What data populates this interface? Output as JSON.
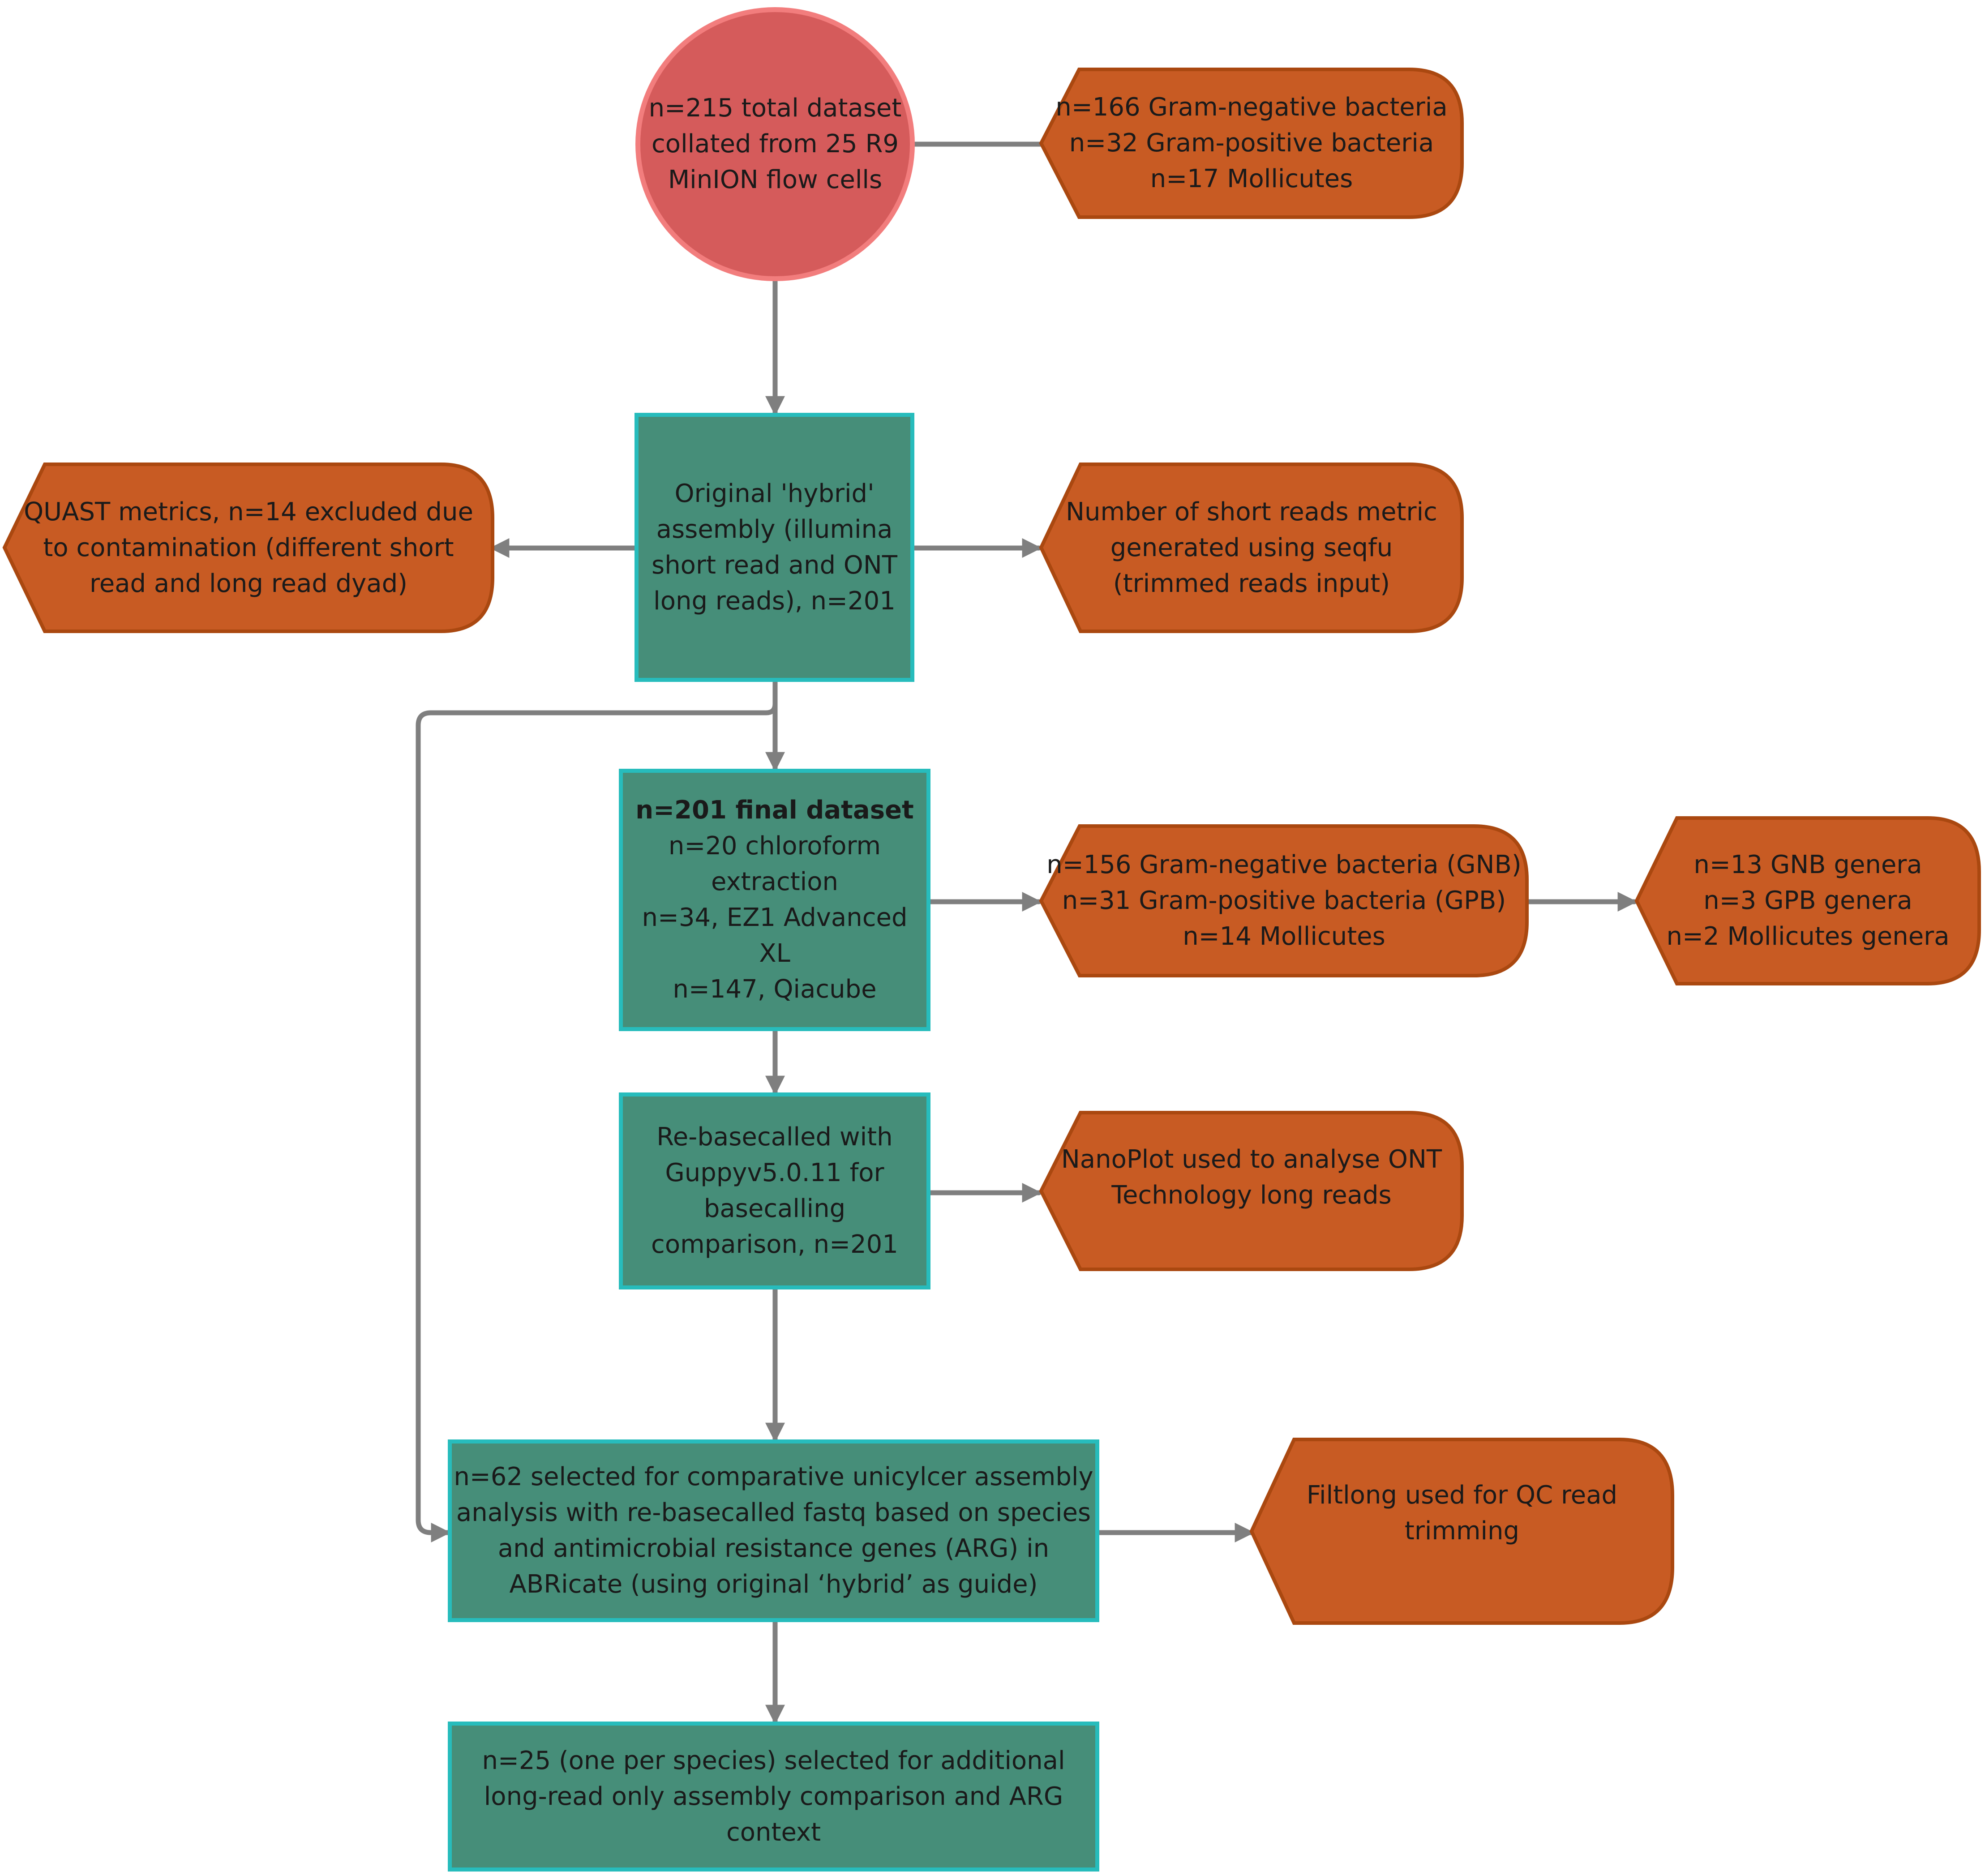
{
  "colors": {
    "circle_fill": "#d55b5b",
    "circle_border": "#f27d7d",
    "process_fill": "#468e79",
    "process_border": "#27bcbc",
    "note_fill": "#c85b23",
    "note_border": "#aa4810",
    "connector": "#7f7f7f"
  },
  "nodes": {
    "total_dataset": {
      "lines": [
        "n=215 total dataset",
        "collated from 25 R9",
        "MinION flow cells"
      ]
    },
    "bacteria_split": {
      "lines": [
        "n=166 Gram-negative bacteria",
        "n=32 Gram-positive bacteria",
        "n=17 Mollicutes"
      ]
    },
    "hybrid_assembly": {
      "lines": [
        "Original 'hybrid'",
        "assembly (illumina",
        "short read and ONT",
        "long reads), n=201"
      ]
    },
    "quast_metrics": {
      "lines": [
        "QUAST metrics, n=14 excluded due",
        "to contamination (different short",
        "read and long read dyad)"
      ]
    },
    "short_reads_metric": {
      "lines": [
        "Number of short reads metric",
        "generated using seqfu",
        "(trimmed reads input)"
      ]
    },
    "final_dataset": {
      "title": "n=201 final dataset",
      "lines": [
        "n=20 chloroform",
        "extraction",
        "n=34, EZ1 Advanced",
        "XL",
        "n=147, Qiacube"
      ]
    },
    "final_bacteria_split": {
      "lines": [
        "n=156 Gram-negative bacteria (GNB)",
        "n=31 Gram-positive bacteria (GPB)",
        "n=14 Mollicutes"
      ]
    },
    "genera": {
      "lines": [
        "n=13 GNB genera",
        "n=3 GPB genera",
        "n=2 Mollicutes genera"
      ]
    },
    "rebasecalled": {
      "lines": [
        "Re-basecalled with",
        "Guppyv5.0.11 for",
        "basecalling",
        "comparison, n=201"
      ]
    },
    "nanoplot": {
      "lines": [
        "NanoPlot used to analyse ONT",
        "Technology long reads"
      ]
    },
    "unicycler_selection": {
      "lines": [
        "n=62 selected for comparative unicylcer assembly",
        "analysis with re-basecalled fastq based on species",
        "and antimicrobial resistance genes (ARG) in",
        "ABRicate (using original ‘hybrid’ as guide)"
      ]
    },
    "filtlong": {
      "lines": [
        "Filtlong used for QC read",
        "trimming"
      ]
    },
    "long_read_selection": {
      "lines": [
        "n=25 (one per species) selected for additional",
        "long-read only assembly comparison and ARG",
        "context"
      ]
    }
  }
}
